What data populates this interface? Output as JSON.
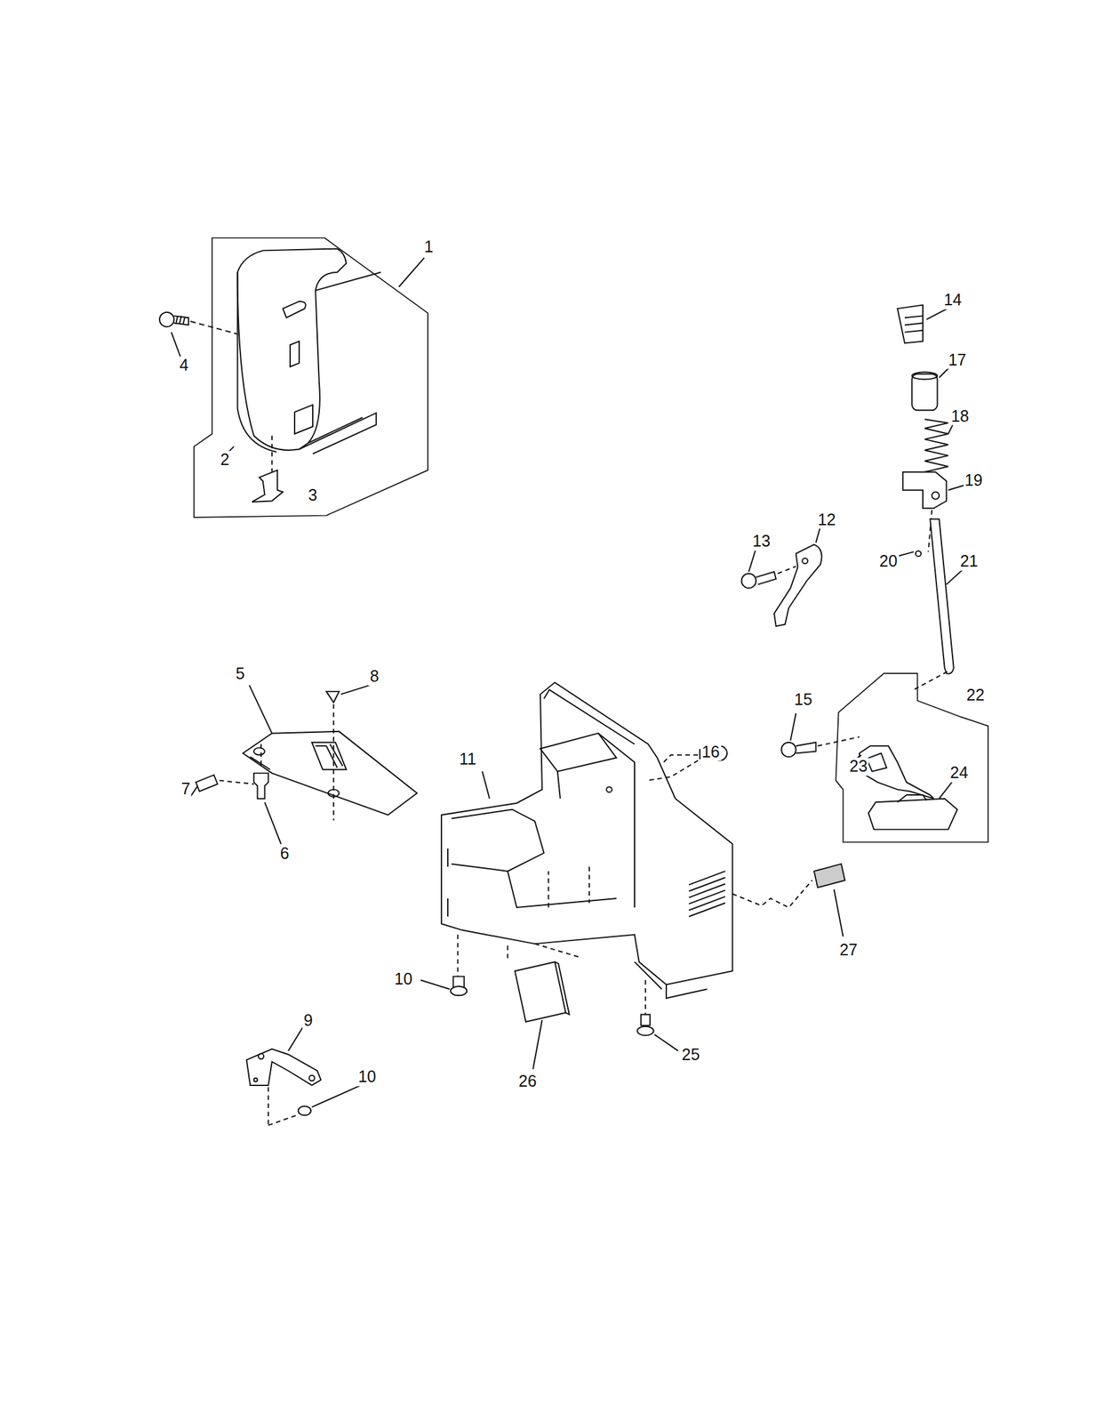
{
  "diagram": {
    "labels": [
      "1",
      "14",
      "17",
      "4",
      "18",
      "19",
      "12",
      "2",
      "13",
      "20",
      "21",
      "3",
      "8",
      "5",
      "15",
      "22",
      "11",
      "16",
      "7",
      "23",
      "24",
      "6",
      "27",
      "10",
      "25",
      "26",
      "9",
      "10"
    ]
  }
}
